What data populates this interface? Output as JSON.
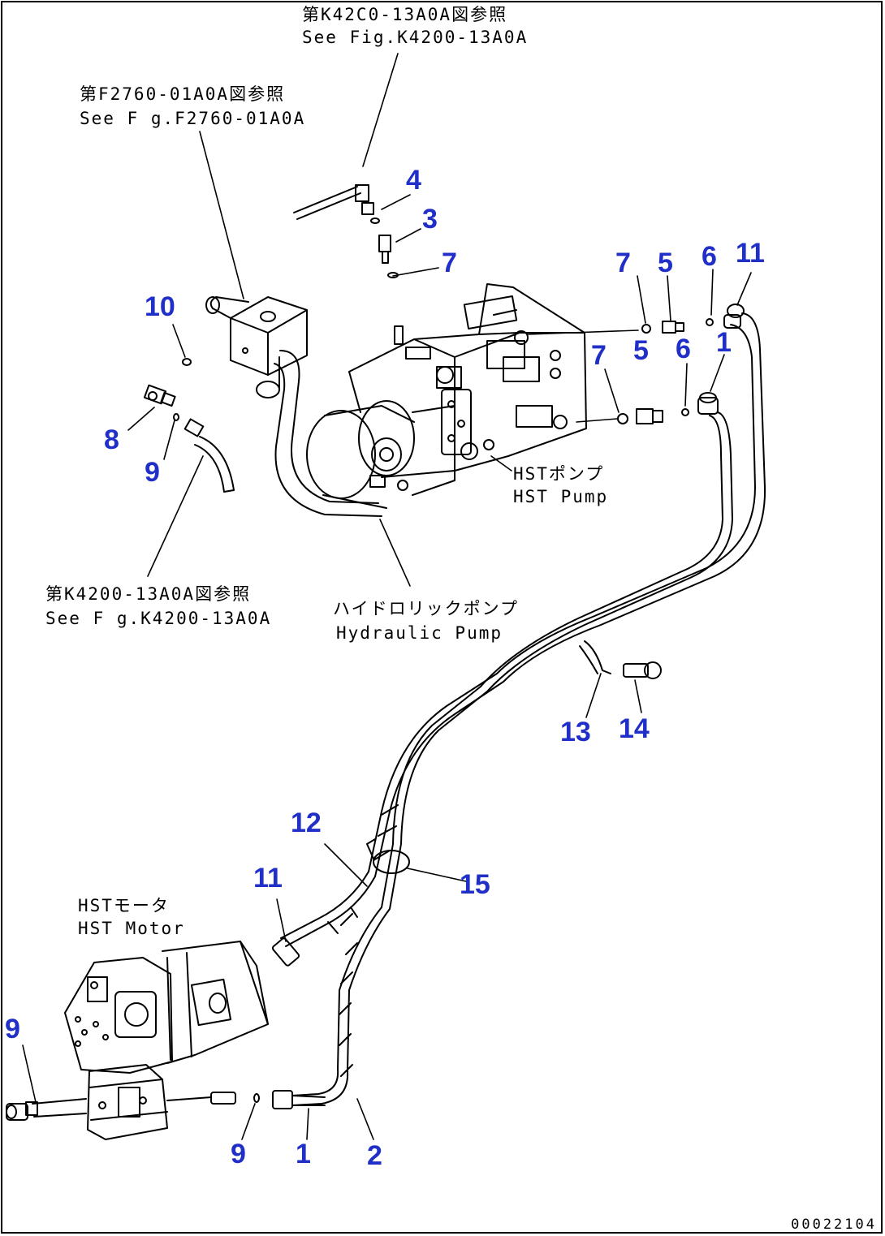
{
  "references": {
    "k4200_top_jp": "第K42C0-13A0A図参照",
    "k4200_top_en": "See Fig.K4200-13A0A",
    "f2760_jp": "第F2760-01A0A図参照",
    "f2760_en": "See F g.F2760-01A0A",
    "k4200_left_jp": "第K4200-13A0A図参照",
    "k4200_left_en": "See F g.K4200-13A0A"
  },
  "components": {
    "hst_pump_jp": "HSTポンプ",
    "hst_pump_en": "HST Pump",
    "hydraulic_pump_jp": "ハイドロリックポンプ",
    "hydraulic_pump_en": "Hydraulic Pump",
    "hst_motor_jp": "HSTモータ",
    "hst_motor_en": "HST Motor"
  },
  "callouts": [
    "4",
    "3",
    "7",
    "10",
    "8",
    "9",
    "7",
    "5",
    "6",
    "11",
    "5",
    "7",
    "6",
    "1",
    "13",
    "14",
    "12",
    "15",
    "11",
    "9",
    "9",
    "1",
    "2"
  ],
  "doc_id": "00022104",
  "colors": {
    "callout": "#1f2fc8",
    "line": "#000000",
    "background": "#ffffff"
  }
}
